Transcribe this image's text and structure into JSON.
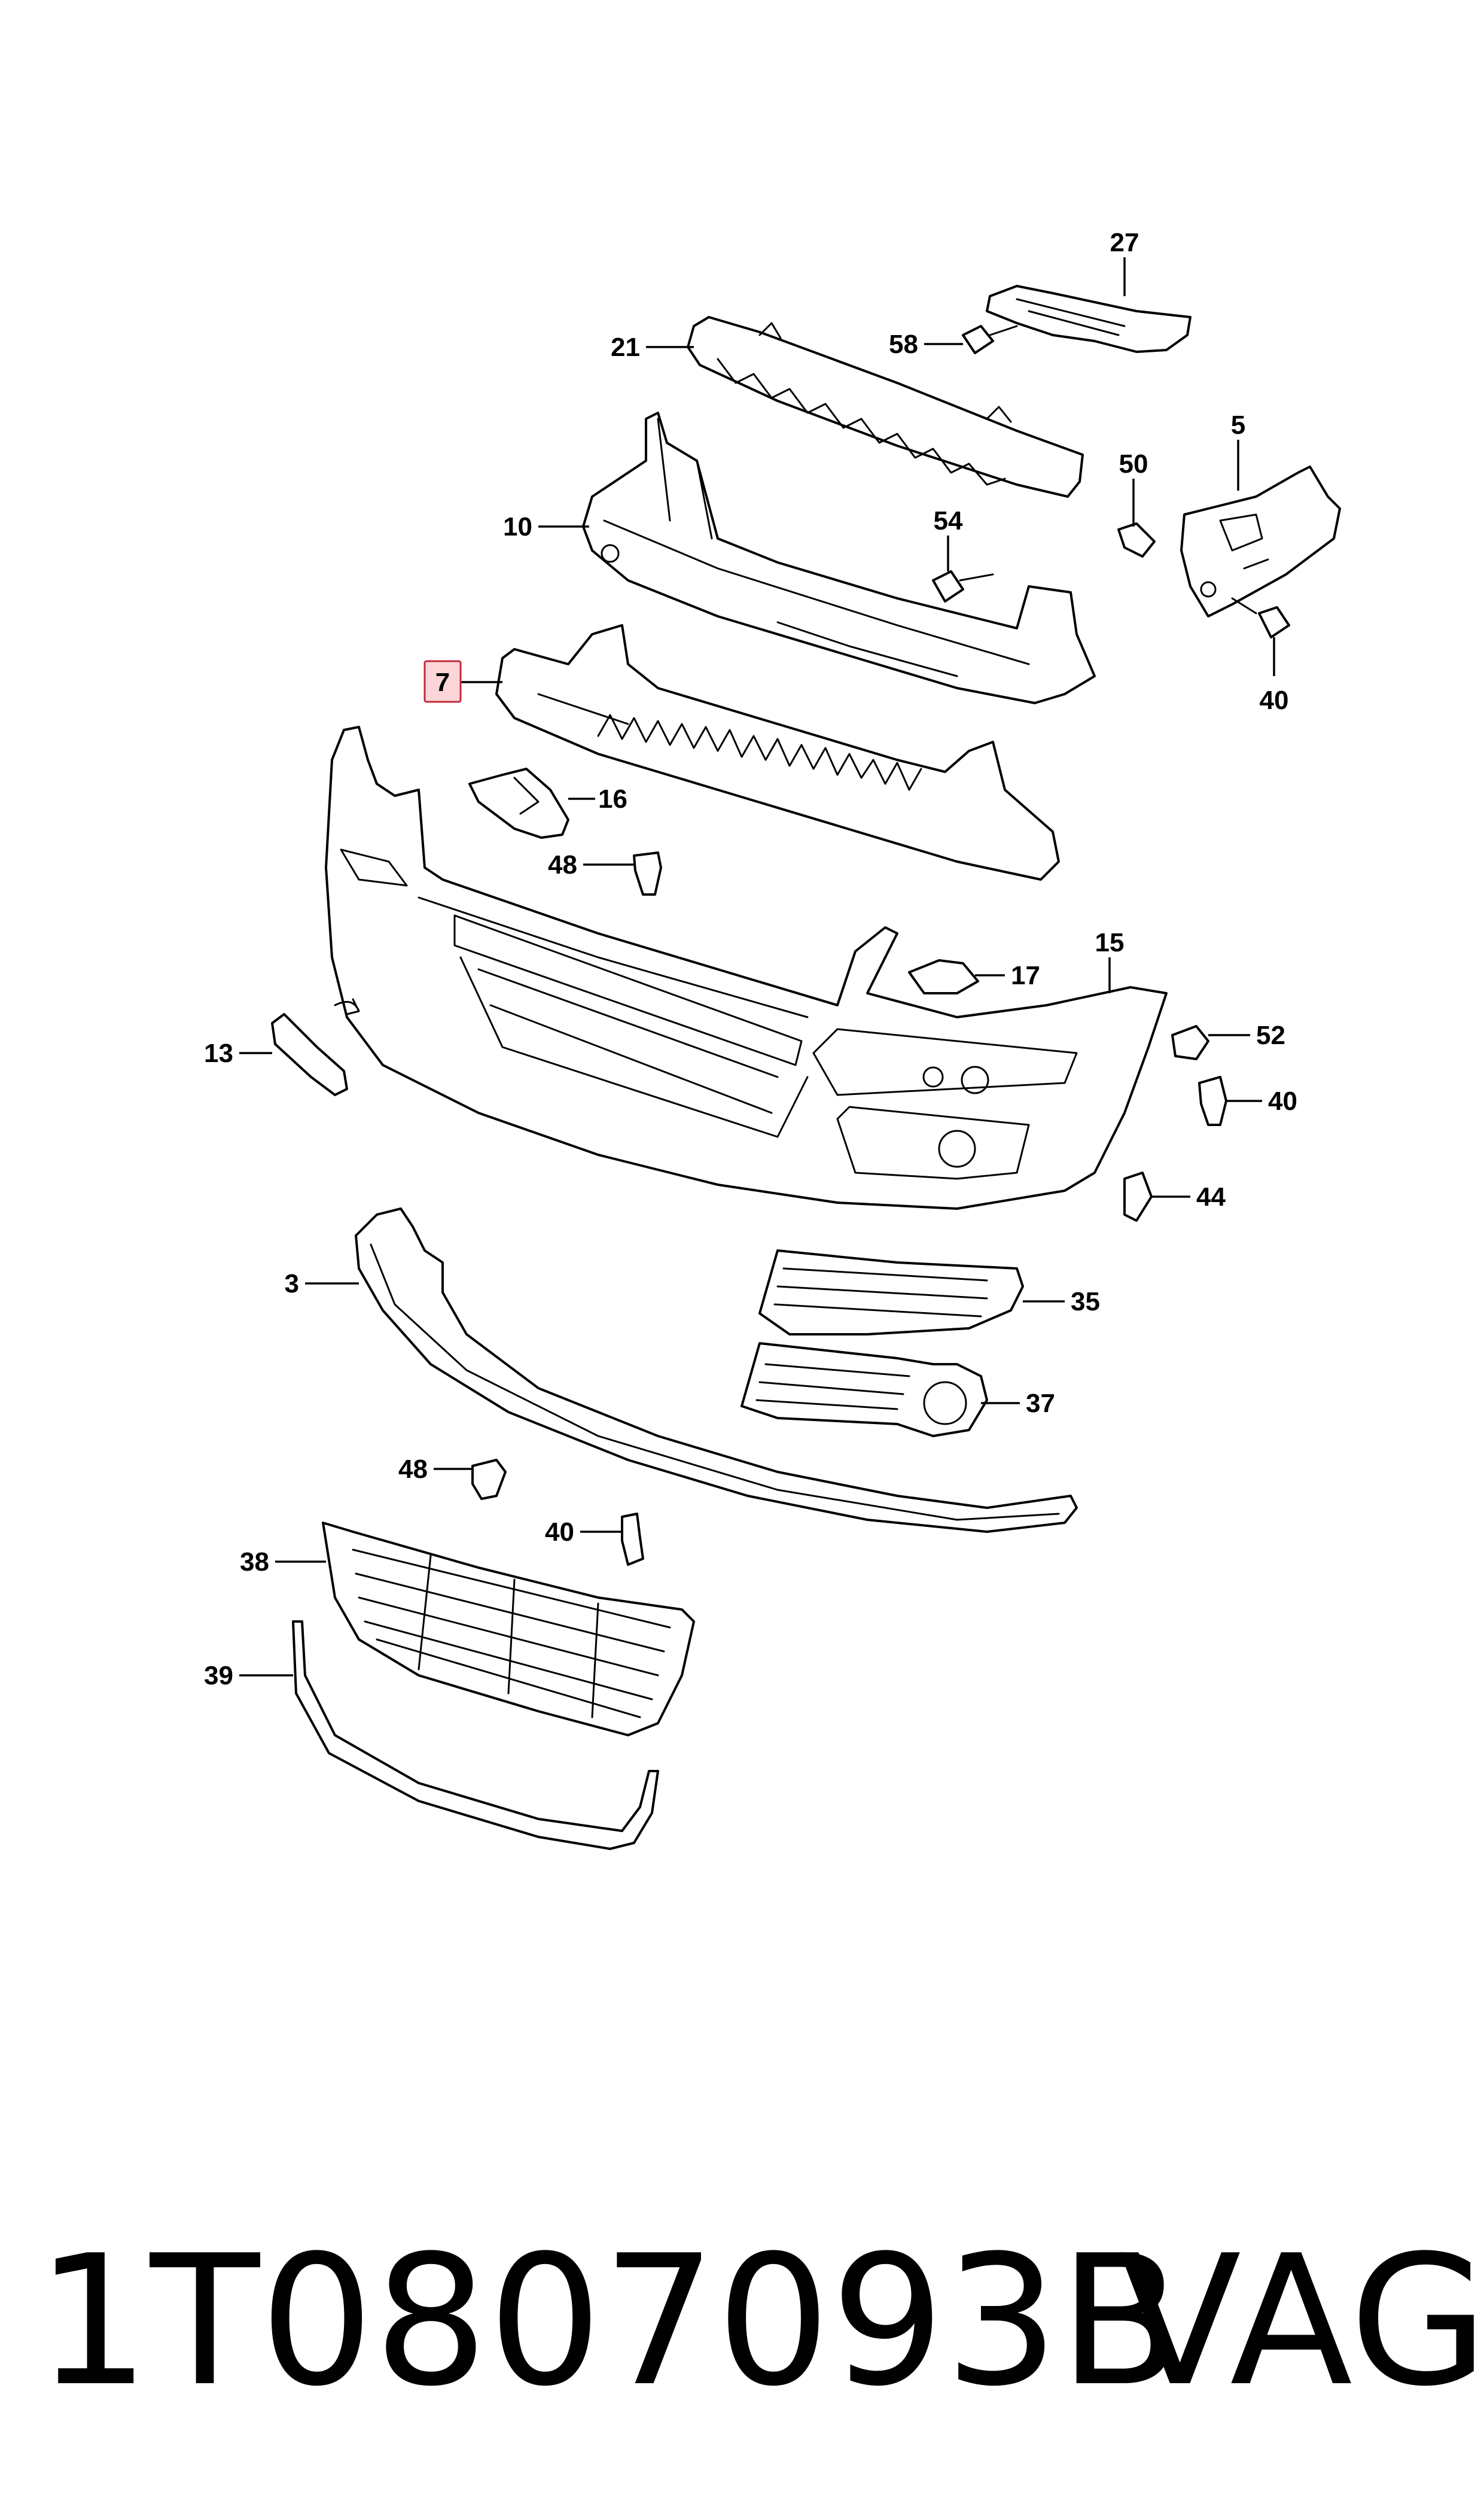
{
  "diagram": {
    "labels": {
      "l27": "27",
      "l21": "21",
      "l58": "58",
      "l5": "5",
      "l50": "50",
      "l10": "10",
      "l54": "54",
      "l7": "7",
      "l40a": "40",
      "l16": "16",
      "l48a": "48",
      "l15": "15",
      "l17": "17",
      "l52": "52",
      "l13": "13",
      "l40b": "40",
      "l44": "44",
      "l3": "3",
      "l35": "35",
      "l37": "37",
      "l48b": "48",
      "l40c": "40",
      "l38": "38",
      "l39": "39"
    },
    "highlighted_label": "7",
    "highlight_color": "#fbd5d8"
  },
  "caption": {
    "part_number": "1T0807093B",
    "brand": "VAG"
  }
}
